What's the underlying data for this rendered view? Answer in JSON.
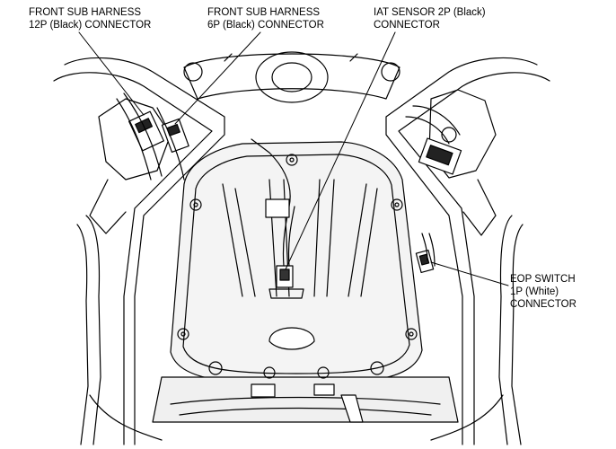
{
  "callouts": {
    "harness_12p": {
      "line1": "FRONT SUB HARNESS",
      "line2": "12P (Black) CONNECTOR"
    },
    "harness_6p": {
      "line1": "FRONT SUB HARNESS",
      "line2": "6P (Black) CONNECTOR"
    },
    "iat_sensor": {
      "line1": "IAT SENSOR 2P (Black)",
      "line2": "CONNECTOR"
    },
    "eop_switch": {
      "line1": "EOP SWITCH",
      "line2": "1P (White)",
      "line3": "CONNECTOR"
    }
  },
  "colors": {
    "ink": "#000000",
    "paper": "#ffffff",
    "shade": "#e6e6e6"
  }
}
